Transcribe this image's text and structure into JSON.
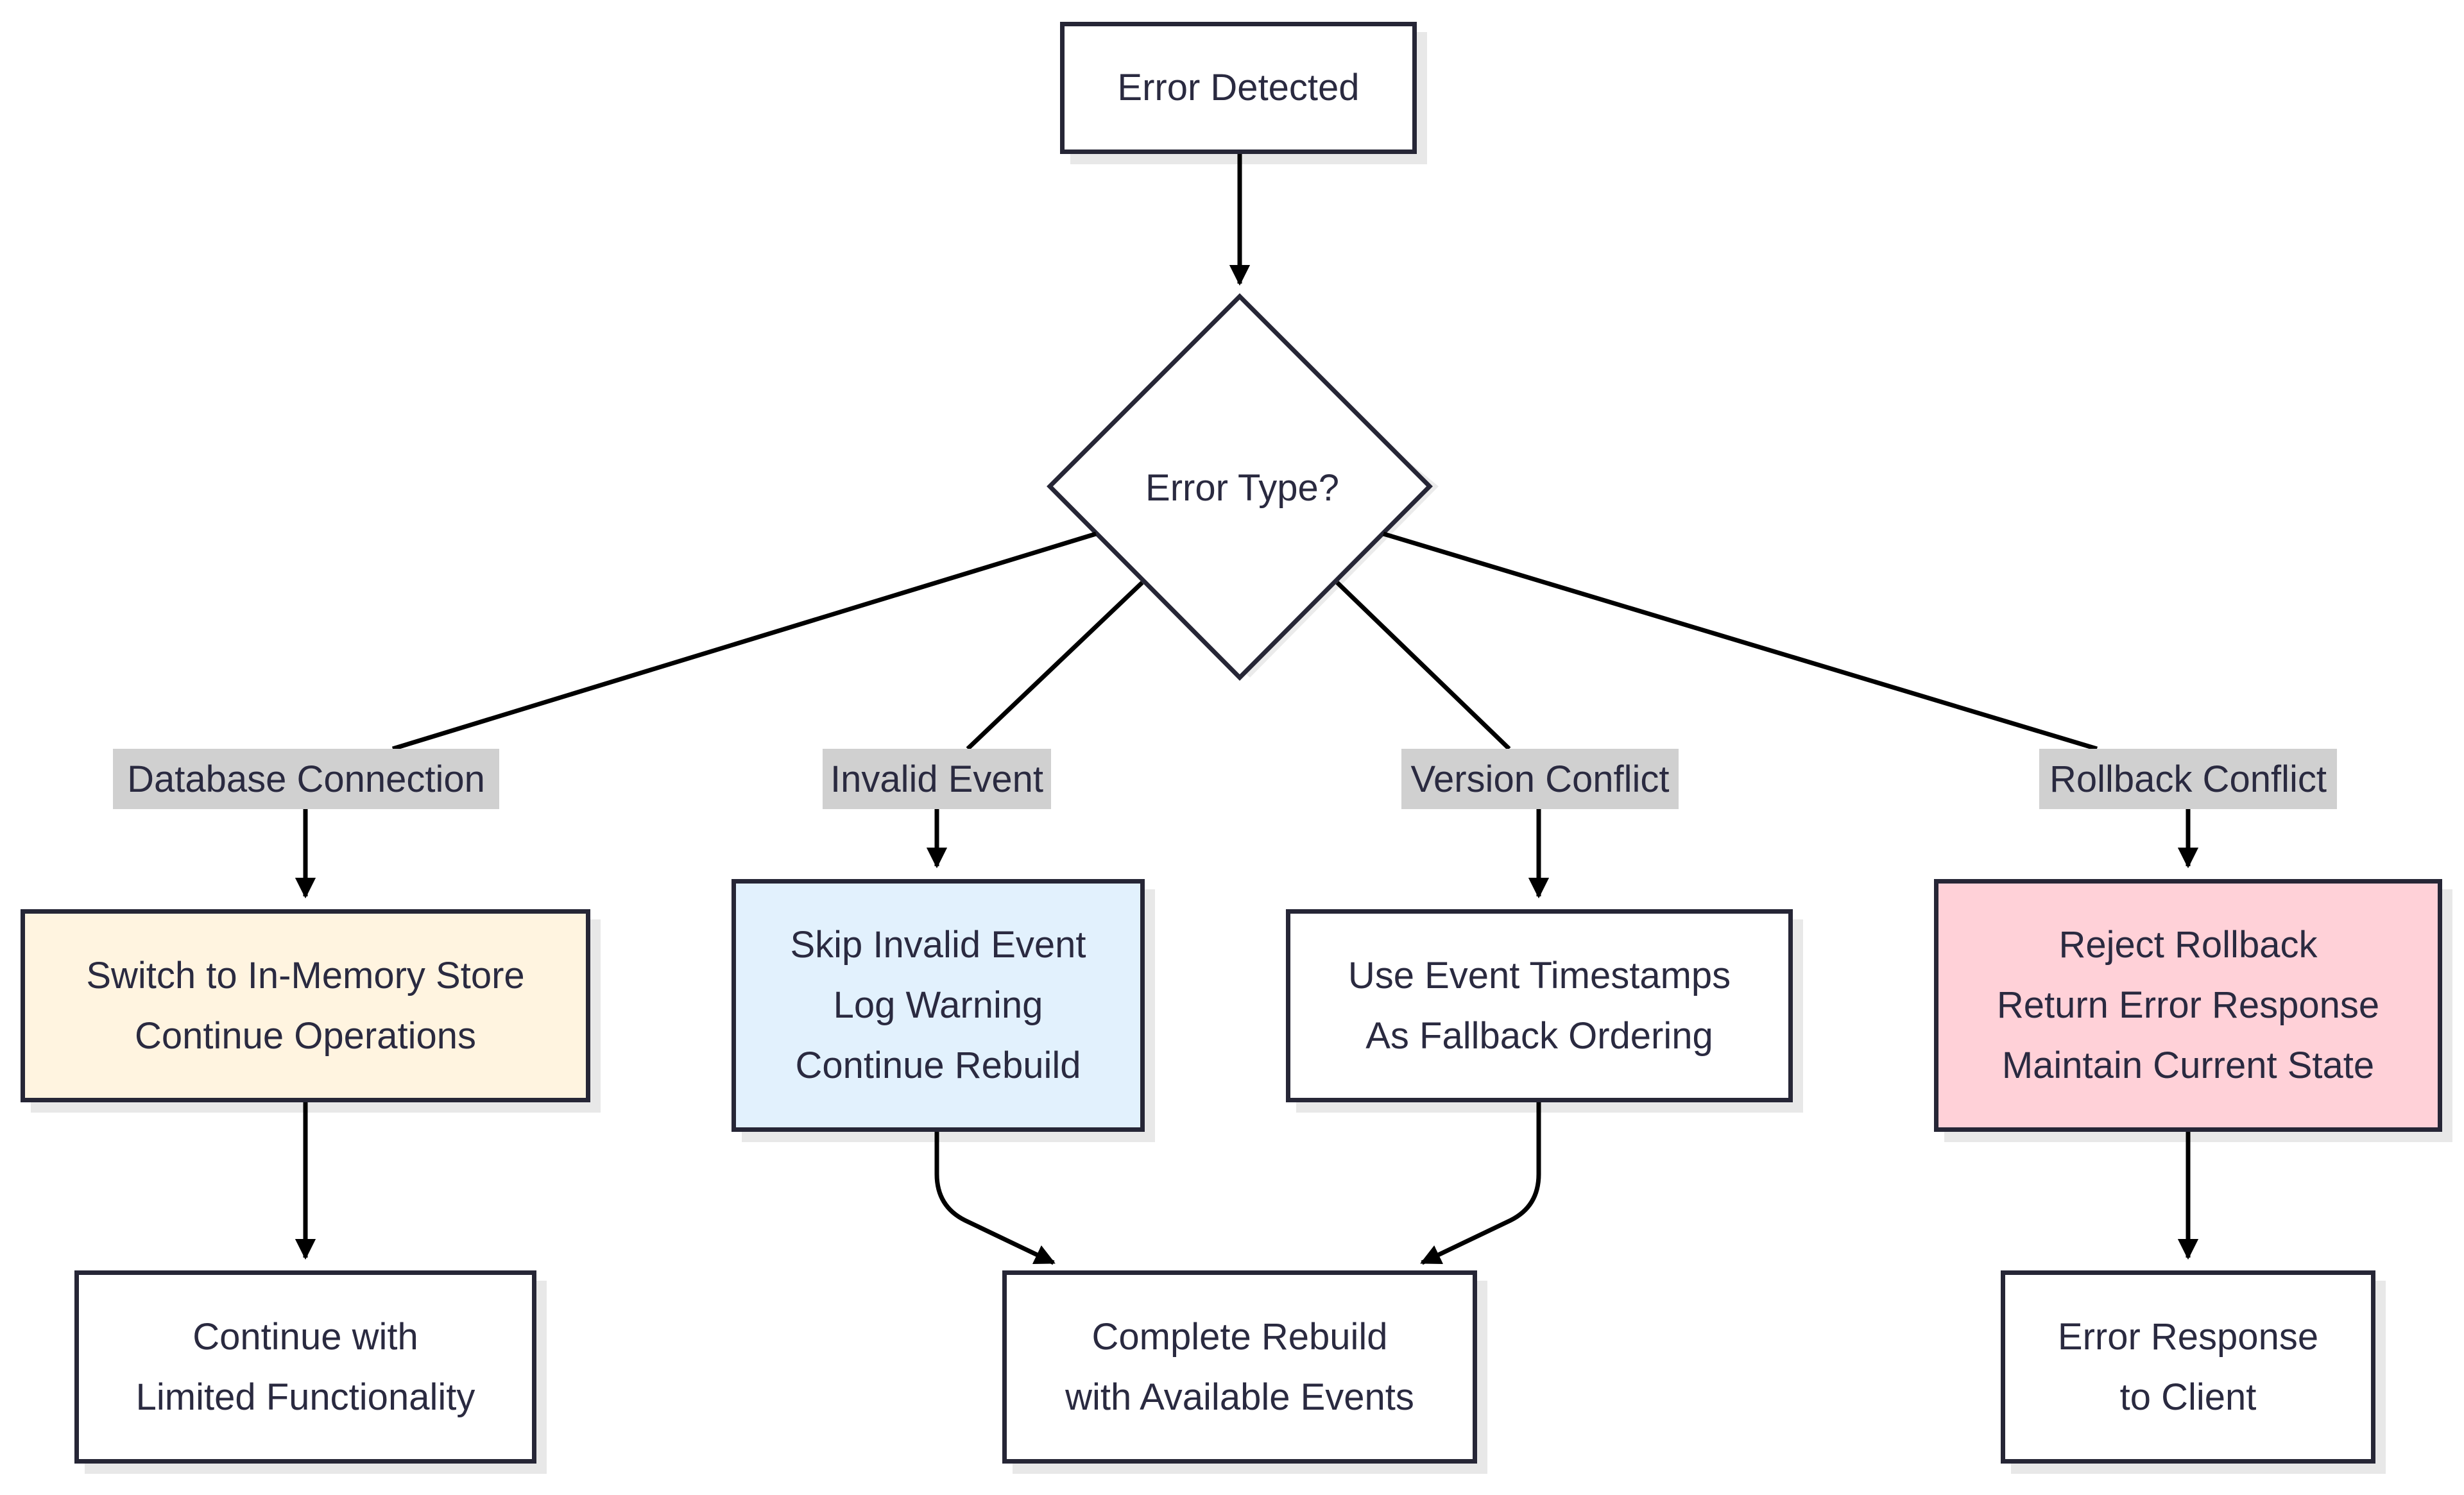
{
  "diagram": {
    "start": {
      "lines": [
        "Error Detected"
      ]
    },
    "decision": {
      "label": "Error Type?"
    },
    "branches": [
      {
        "label": "Database Connection"
      },
      {
        "label": "Invalid Event"
      },
      {
        "label": "Version Conflict"
      },
      {
        "label": "Rollback Conflict"
      }
    ],
    "actions": [
      {
        "lines": [
          "Switch to In-Memory Store",
          "Continue Operations"
        ],
        "fill": "#fff4e0"
      },
      {
        "lines": [
          "Skip Invalid Event",
          "Log Warning",
          "Continue Rebuild"
        ],
        "fill": "#e2f1fd"
      },
      {
        "lines": [
          "Use Event Timestamps",
          "As Fallback Ordering"
        ],
        "fill": "#ffffff"
      },
      {
        "lines": [
          "Reject Rollback",
          "Return Error Response",
          "Maintain Current State"
        ],
        "fill": "#ffd1d8"
      }
    ],
    "outcomes": [
      {
        "lines": [
          "Continue with",
          "Limited Functionality"
        ]
      },
      {
        "lines": [
          "Complete Rebuild",
          "with Available Events"
        ]
      },
      {
        "lines": [
          "Error Response",
          "to Client"
        ]
      }
    ],
    "colors": {
      "stroke": "#262636",
      "edge": "#000000",
      "label_background": "#d0d0d0"
    }
  }
}
